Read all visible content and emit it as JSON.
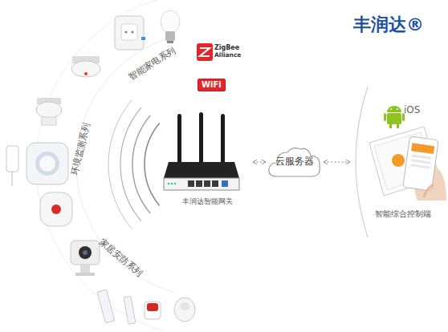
{
  "diagram": {
    "nodes": [
      {
        "text": [
          "丰润达智能网关"
        ]
      },
      {
        "text": [
          "云服务器"
        ]
      },
      {
        "text": [
          "智能综合控制端"
        ]
      }
    ],
    "edges": [
      {
        "from": 0,
        "to": 1,
        "arrow": "both"
      },
      {
        "from": 1,
        "to": 2,
        "arrow": "both"
      }
    ],
    "labels": [
      "丰润达®",
      "ZigBee",
      "Alliance",
      "WiFi",
      "智能家电系列",
      "环境监测系列",
      "家居安防系列",
      "iOS"
    ]
  }
}
